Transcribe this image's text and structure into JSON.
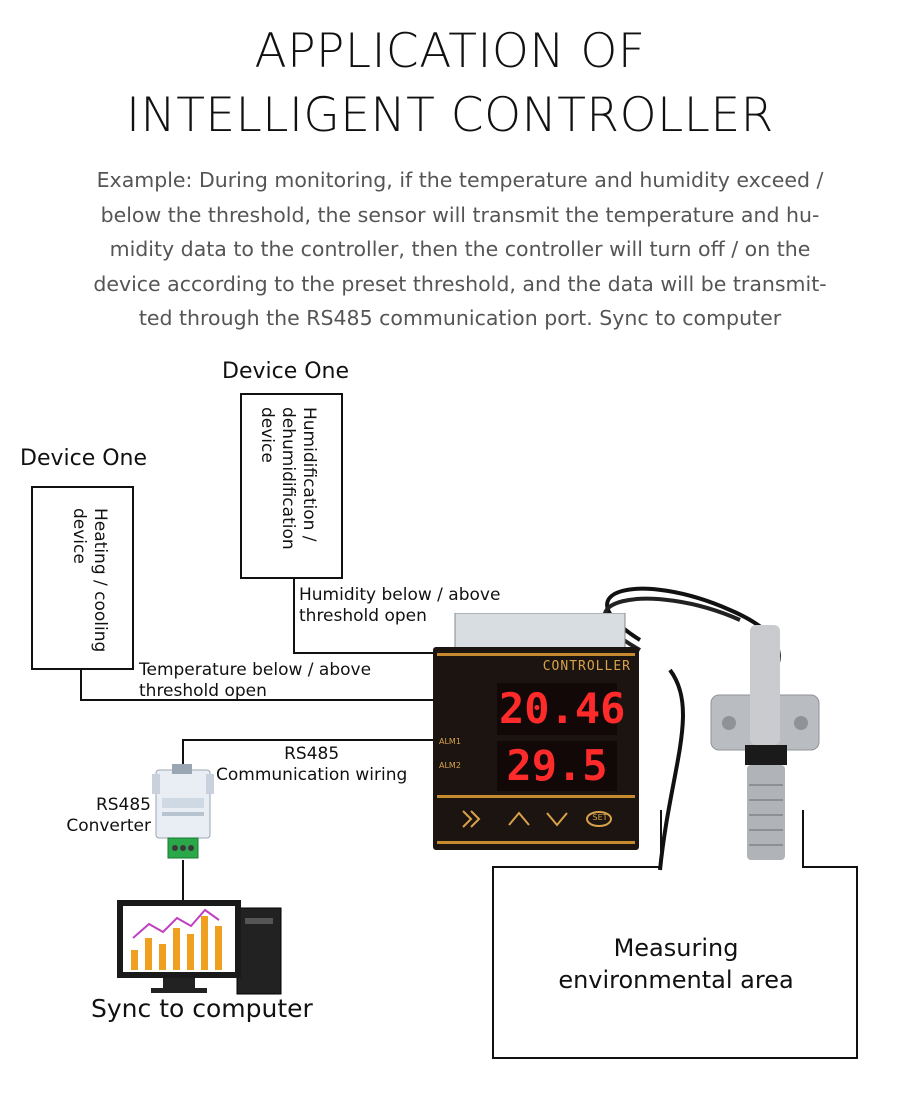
{
  "title": {
    "line1": "APPLICATION OF",
    "line2": "INTELLIGENT CONTROLLER"
  },
  "description": {
    "lines": [
      "Example: During monitoring, if the temperature and humidity exceed /",
      "below the threshold, the sensor will transmit the temperature and hu-",
      "midity data to the controller, then the controller will turn off / on the",
      "device according to the preset threshold, and the data will be transmit-",
      "ted through the RS485 communication port. Sync to computer"
    ]
  },
  "device_humidity": {
    "heading": "Device One",
    "box_text": "Humidification / dehumidification device",
    "connection": [
      "Humidity below / above",
      "threshold open"
    ]
  },
  "device_heating": {
    "heading": "Device One",
    "box_text": "Heating / cooling device",
    "connection": [
      "Temperature below / above",
      "threshold open"
    ]
  },
  "rs485_wiring": [
    "RS485",
    "Communication wiring"
  ],
  "converter": {
    "label": [
      "RS485",
      "Converter"
    ]
  },
  "controller": {
    "brand": "CONTROLLER",
    "display_top": "20.46",
    "display_bottom": "29.5",
    "alarm1": "ALM1",
    "alarm2": "ALM2",
    "set_button": "SET",
    "digit_color": "#ff2a2a"
  },
  "computer": {
    "label": "Sync to computer"
  },
  "measuring_area": {
    "label": [
      "Measuring",
      "environmental area"
    ]
  }
}
